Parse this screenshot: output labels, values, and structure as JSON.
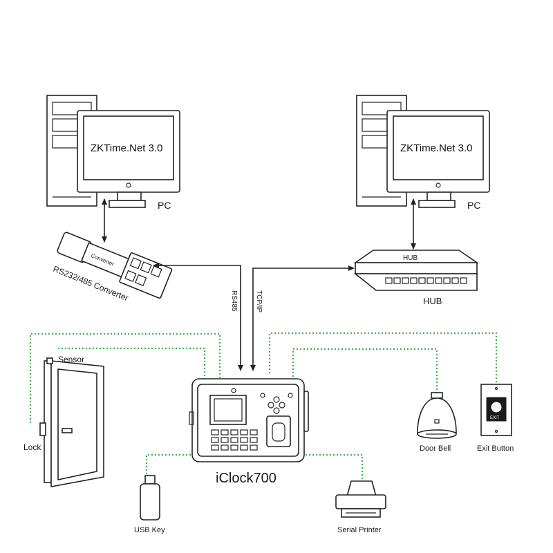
{
  "left_pc": {
    "screen_text": "ZKTime.Net 3.0",
    "label": "PC"
  },
  "right_pc": {
    "screen_text": "ZKTime.Net 3.0",
    "label": "PC"
  },
  "converter": {
    "label": "RS232/485 Converter",
    "body_text": "Converter"
  },
  "hub": {
    "label": "HUB",
    "body_text": "HUB"
  },
  "links": {
    "rs485": "RS485",
    "tcpip": "TCP/IP"
  },
  "device": {
    "label": "iClock700"
  },
  "door": {
    "sensor_label": "Sensor",
    "lock_label": "Lock"
  },
  "usb_key": {
    "label": "USB Key"
  },
  "serial_printer": {
    "label": "Serial Printer"
  },
  "door_bell": {
    "label": "Door Bell"
  },
  "exit_button": {
    "label": "Exit Button",
    "plate_text": "EXIT"
  },
  "colors": {
    "dotted_wiring": "#3fb24a",
    "line_art": "#222222"
  }
}
